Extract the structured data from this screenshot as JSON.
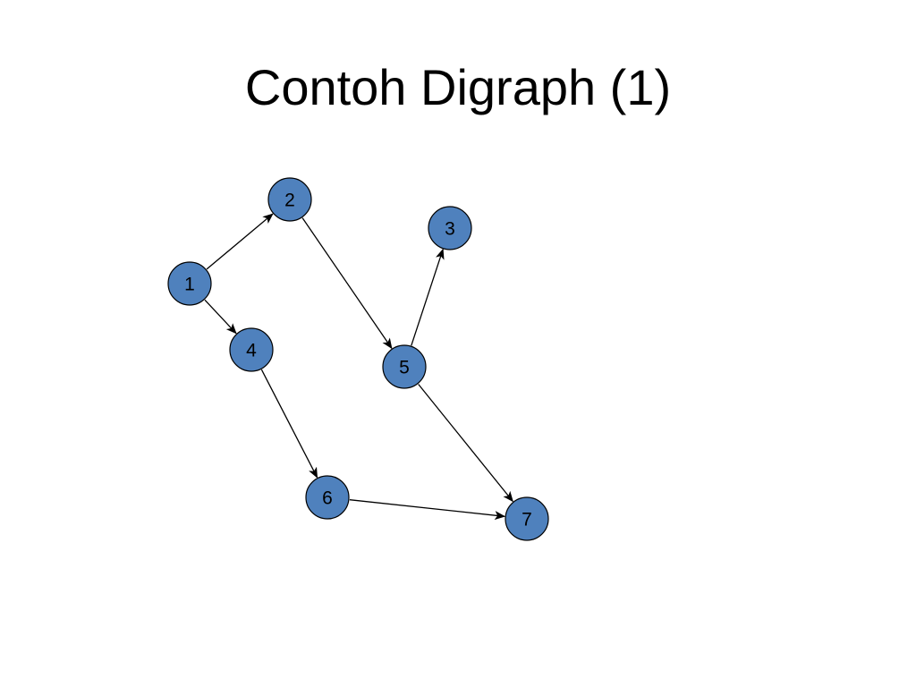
{
  "slide": {
    "title": "Contoh Digraph (1)"
  },
  "graph": {
    "directed": true,
    "node_color": "#4f81bd",
    "nodes": [
      {
        "id": "1",
        "label": "1"
      },
      {
        "id": "2",
        "label": "2"
      },
      {
        "id": "3",
        "label": "3"
      },
      {
        "id": "4",
        "label": "4"
      },
      {
        "id": "5",
        "label": "5"
      },
      {
        "id": "6",
        "label": "6"
      },
      {
        "id": "7",
        "label": "7"
      }
    ],
    "edges": [
      {
        "from": "1",
        "to": "2"
      },
      {
        "from": "1",
        "to": "4"
      },
      {
        "from": "2",
        "to": "5"
      },
      {
        "from": "5",
        "to": "3"
      },
      {
        "from": "4",
        "to": "6"
      },
      {
        "from": "5",
        "to": "7"
      },
      {
        "from": "6",
        "to": "7"
      }
    ]
  }
}
